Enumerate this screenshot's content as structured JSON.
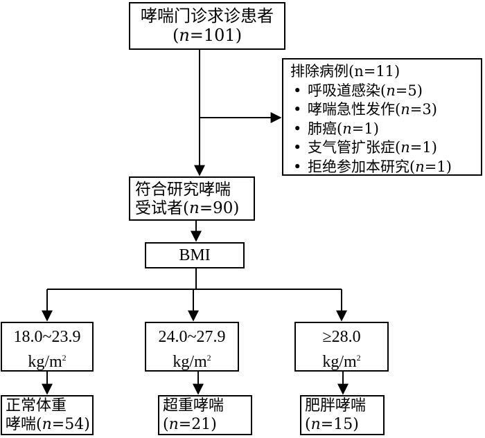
{
  "start": {
    "line1": "哮喘门诊求诊患者",
    "n_prefix": "(",
    "n_var": "n",
    "n_suffix": "=101)"
  },
  "exclusion": {
    "title": "排除病例(n=11)",
    "bullet": "•",
    "items": [
      {
        "label": "呼吸道感染(",
        "n_var": "n",
        "n_suffix": "=5)"
      },
      {
        "label": "哮喘急性发作(",
        "n_var": "n",
        "n_suffix": "=3)"
      },
      {
        "label": "肺癌(",
        "n_var": "n",
        "n_suffix": "=1)"
      },
      {
        "label": "支气管扩张症(",
        "n_var": "n",
        "n_suffix": "=1)"
      },
      {
        "label": "拒绝参加本研究(",
        "n_var": "n",
        "n_suffix": "=1)"
      }
    ]
  },
  "eligible": {
    "line1": "符合研究哮喘",
    "line2_prefix": "受试者(",
    "n_var": "n",
    "n_suffix": "=90)"
  },
  "bmi": {
    "label": "BMI"
  },
  "bmi_groups": [
    {
      "range": "18.0~23.9",
      "unit": "kg/m",
      "unit_sup": "2"
    },
    {
      "range": "24.0~27.9",
      "unit": "kg/m",
      "unit_sup": "2"
    },
    {
      "range": "≥28.0",
      "unit": "kg/m",
      "unit_sup": "2"
    }
  ],
  "outcomes": [
    {
      "line1": "正常体重",
      "line2_prefix": "哮喘(",
      "n_var": "n",
      "n_suffix": "=54)"
    },
    {
      "line1": "超重哮喘",
      "line2_prefix": "(",
      "n_var": "n",
      "n_suffix": "=21)"
    },
    {
      "line1": "肥胖哮喘",
      "line2_prefix": "(",
      "n_var": "n",
      "n_suffix": "=15)"
    }
  ]
}
